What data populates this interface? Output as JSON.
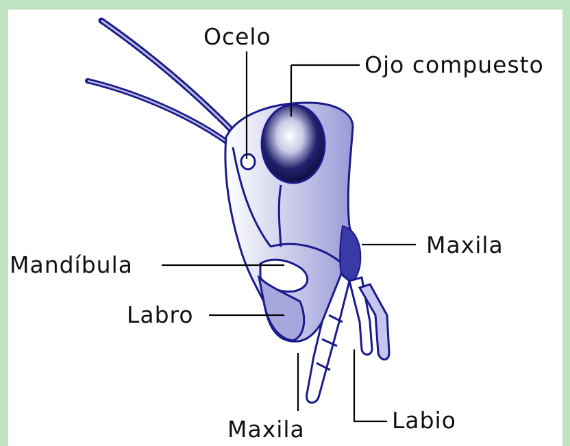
{
  "diagram": {
    "labels": {
      "ocelo": "Ocelo",
      "ojo_compuesto": "Ojo compuesto",
      "maxila_right": "Maxila",
      "mandibula": "Mandíbula",
      "labro": "Labro",
      "maxila_bottom": "Maxila",
      "labio": "Labio"
    }
  },
  "colors": {
    "background": "#bfe3c0",
    "panel": "#ffffff",
    "ink": "#1a1a8c",
    "leader": "#000000"
  }
}
